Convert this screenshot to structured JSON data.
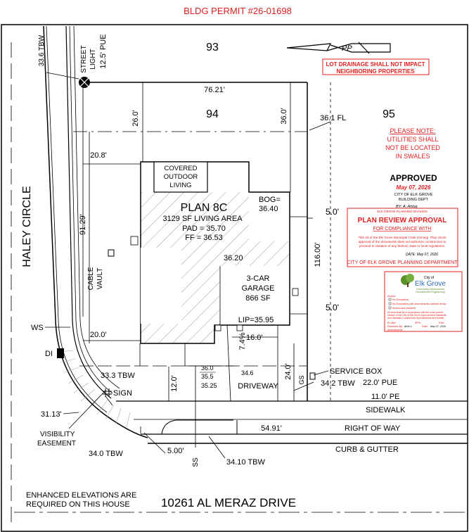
{
  "permit": {
    "title": "BLDG PERMIT #26-01698"
  },
  "lots": {
    "lot93": "93",
    "lot94": "94",
    "lot95": "95"
  },
  "streets": {
    "haley": "HALEY CIRCLE",
    "address": "10261 AL MERAZ DRIVE"
  },
  "house": {
    "plan": "PLAN 8C",
    "living": "3129 SF LIVING AREA",
    "pad": "PAD = 35.70",
    "ff": "FF = 36.53",
    "covered": [
      "COVERED",
      "OUTDOOR",
      "LIVING"
    ],
    "garage": [
      "3-CAR",
      "GARAGE",
      "866 SF"
    ],
    "bog": [
      "BOG=",
      "36.40"
    ],
    "elev_3620": "36.20",
    "lip": "LIP=35.95"
  },
  "dims": {
    "d7621": "76.21'",
    "d260": "26.0'",
    "d360": "36.0'",
    "d208": "20.8'",
    "d9129": "91.29'",
    "d11600": "116.00'",
    "d50a": "5.0'",
    "d50b": "5.0'",
    "d200": "20.0'",
    "d160": "16.0'",
    "d120": "12.0'",
    "d240": "24.0'",
    "d74": "7.4%",
    "d5491": "54.91'",
    "d3113": "31.13'",
    "d500": "5.00'",
    "pue125": "12.5' PUE",
    "pue220": "22.0' PUE",
    "pe110": "11.0' PE"
  },
  "elevs": {
    "tbw336": "33.6 TBW",
    "fl361": "36.1 FL",
    "tbw333": "33.3 TBW",
    "tbw342": "34.2 TBW",
    "tbw340": "34.0 TBW",
    "tbw3410": "34.10 TBW",
    "e360": "36.0",
    "e355": "35.5",
    "e346": "34.6",
    "e3525": "35.25"
  },
  "labels": {
    "street_light": [
      "STREET",
      "LIGHT"
    ],
    "cable_vault": [
      "CABLE",
      "VAULT"
    ],
    "ws": "WS",
    "di": "DI",
    "sign": "SIGN",
    "visibility": [
      "VISIBILITY",
      "EASEMENT"
    ],
    "driveway": "DRIVEWAY",
    "service_box": "SERVICE BOX",
    "sidewalk": "SIDEWALK",
    "row": "RIGHT OF WAY",
    "curb": "CURB & GUTTER",
    "gs": "GS",
    "ss": "SS",
    "pp": "PP",
    "enhanced": [
      "ENHANCED ELEVATIONS ARE",
      "REQUIRED ON THIS HOUSE"
    ]
  },
  "notes": {
    "drainage": [
      "LOT DRAINAGE SHALL NOT IMPACT",
      "NEIGHBORING PROPERTIES"
    ],
    "please": [
      "PLEASE NOTE:",
      "UTILITIES SHALL",
      "NOT BE LOCATED",
      "IN SWALES"
    ]
  },
  "approved": {
    "title": "APPROVED",
    "date": "May 07, 2026",
    "line1": "CITY OF ELK GROVE",
    "line2": "BUILDING DEPT",
    "by": "BY:  A. Ahlog"
  },
  "planning": {
    "division": "ELK GROVE PLANNING DIVISION",
    "title": "PLAN REVIEW APPROVAL",
    "subtitle": "FOR COMPLIANCE WITH",
    "body": [
      "Title 23 of the Elk Grove Municipal Code (zoning). Plan check",
      "approval of the documents does not authorize construction to",
      "proceed in violation of any federal, state or local regulations."
    ],
    "date": "DATE:  May 07, 2026",
    "footer": "CITY OF ELK GROVE PLANNING DEPARTMENT"
  },
  "stamp": {
    "city": "City of",
    "name": "Elk Grove",
    "tag1": "Community Development",
    "tag2": "Development Engineering",
    "action": "Action:",
    "checks": [
      "No Exceptions",
      "No Exceptions with amendments outlined below",
      "Amend and resubmit"
    ],
    "fine": [
      "All work shall be in accordance with the most current",
      "version of the City of Elk Grove Improvement Standards",
      "and Standard Construction Specifications and Details."
    ],
    "plan": "PLAN#:",
    "ipp": "IPP#:",
    "fmp": "FM#:",
    "reviewed": "Reviewed By:",
    "reviewer": "Alvin L.",
    "date_label": "Date:",
    "date": "May 07, 2026",
    "amend": "Amendments:"
  },
  "colors": {
    "red": "#e02020",
    "ink": "#000000",
    "hatch": "#999999",
    "green": "#5a8f2a",
    "logo_blue": "#2a6db0"
  }
}
